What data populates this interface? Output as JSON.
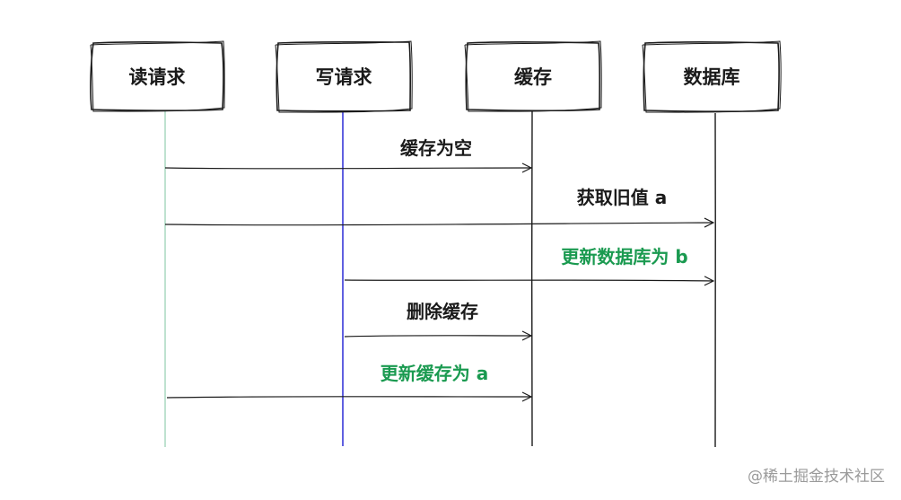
{
  "actors": [
    {
      "id": "read",
      "label": "读请求",
      "lifeline_color": "#a8d8c0"
    },
    {
      "id": "write",
      "label": "写请求",
      "lifeline_color": "#2b2bd6"
    },
    {
      "id": "cache",
      "label": "缓存",
      "lifeline_color": "#1a1a1a"
    },
    {
      "id": "db",
      "label": "数据库",
      "lifeline_color": "#1a1a1a"
    }
  ],
  "messages": [
    {
      "from": "read",
      "to": "cache",
      "label": "缓存为空",
      "color": "#1a1a1a"
    },
    {
      "from": "read",
      "to": "db",
      "label": "获取旧值 a",
      "color": "#1a1a1a"
    },
    {
      "from": "write",
      "to": "db",
      "label": "更新数据库为 b",
      "color": "#1a9a50"
    },
    {
      "from": "write",
      "to": "cache",
      "label": "删除缓存",
      "color": "#1a1a1a"
    },
    {
      "from": "read",
      "to": "cache",
      "label": "更新缓存为 a",
      "color": "#1a9a50"
    }
  ],
  "watermark": "@稀土掘金技术社区"
}
